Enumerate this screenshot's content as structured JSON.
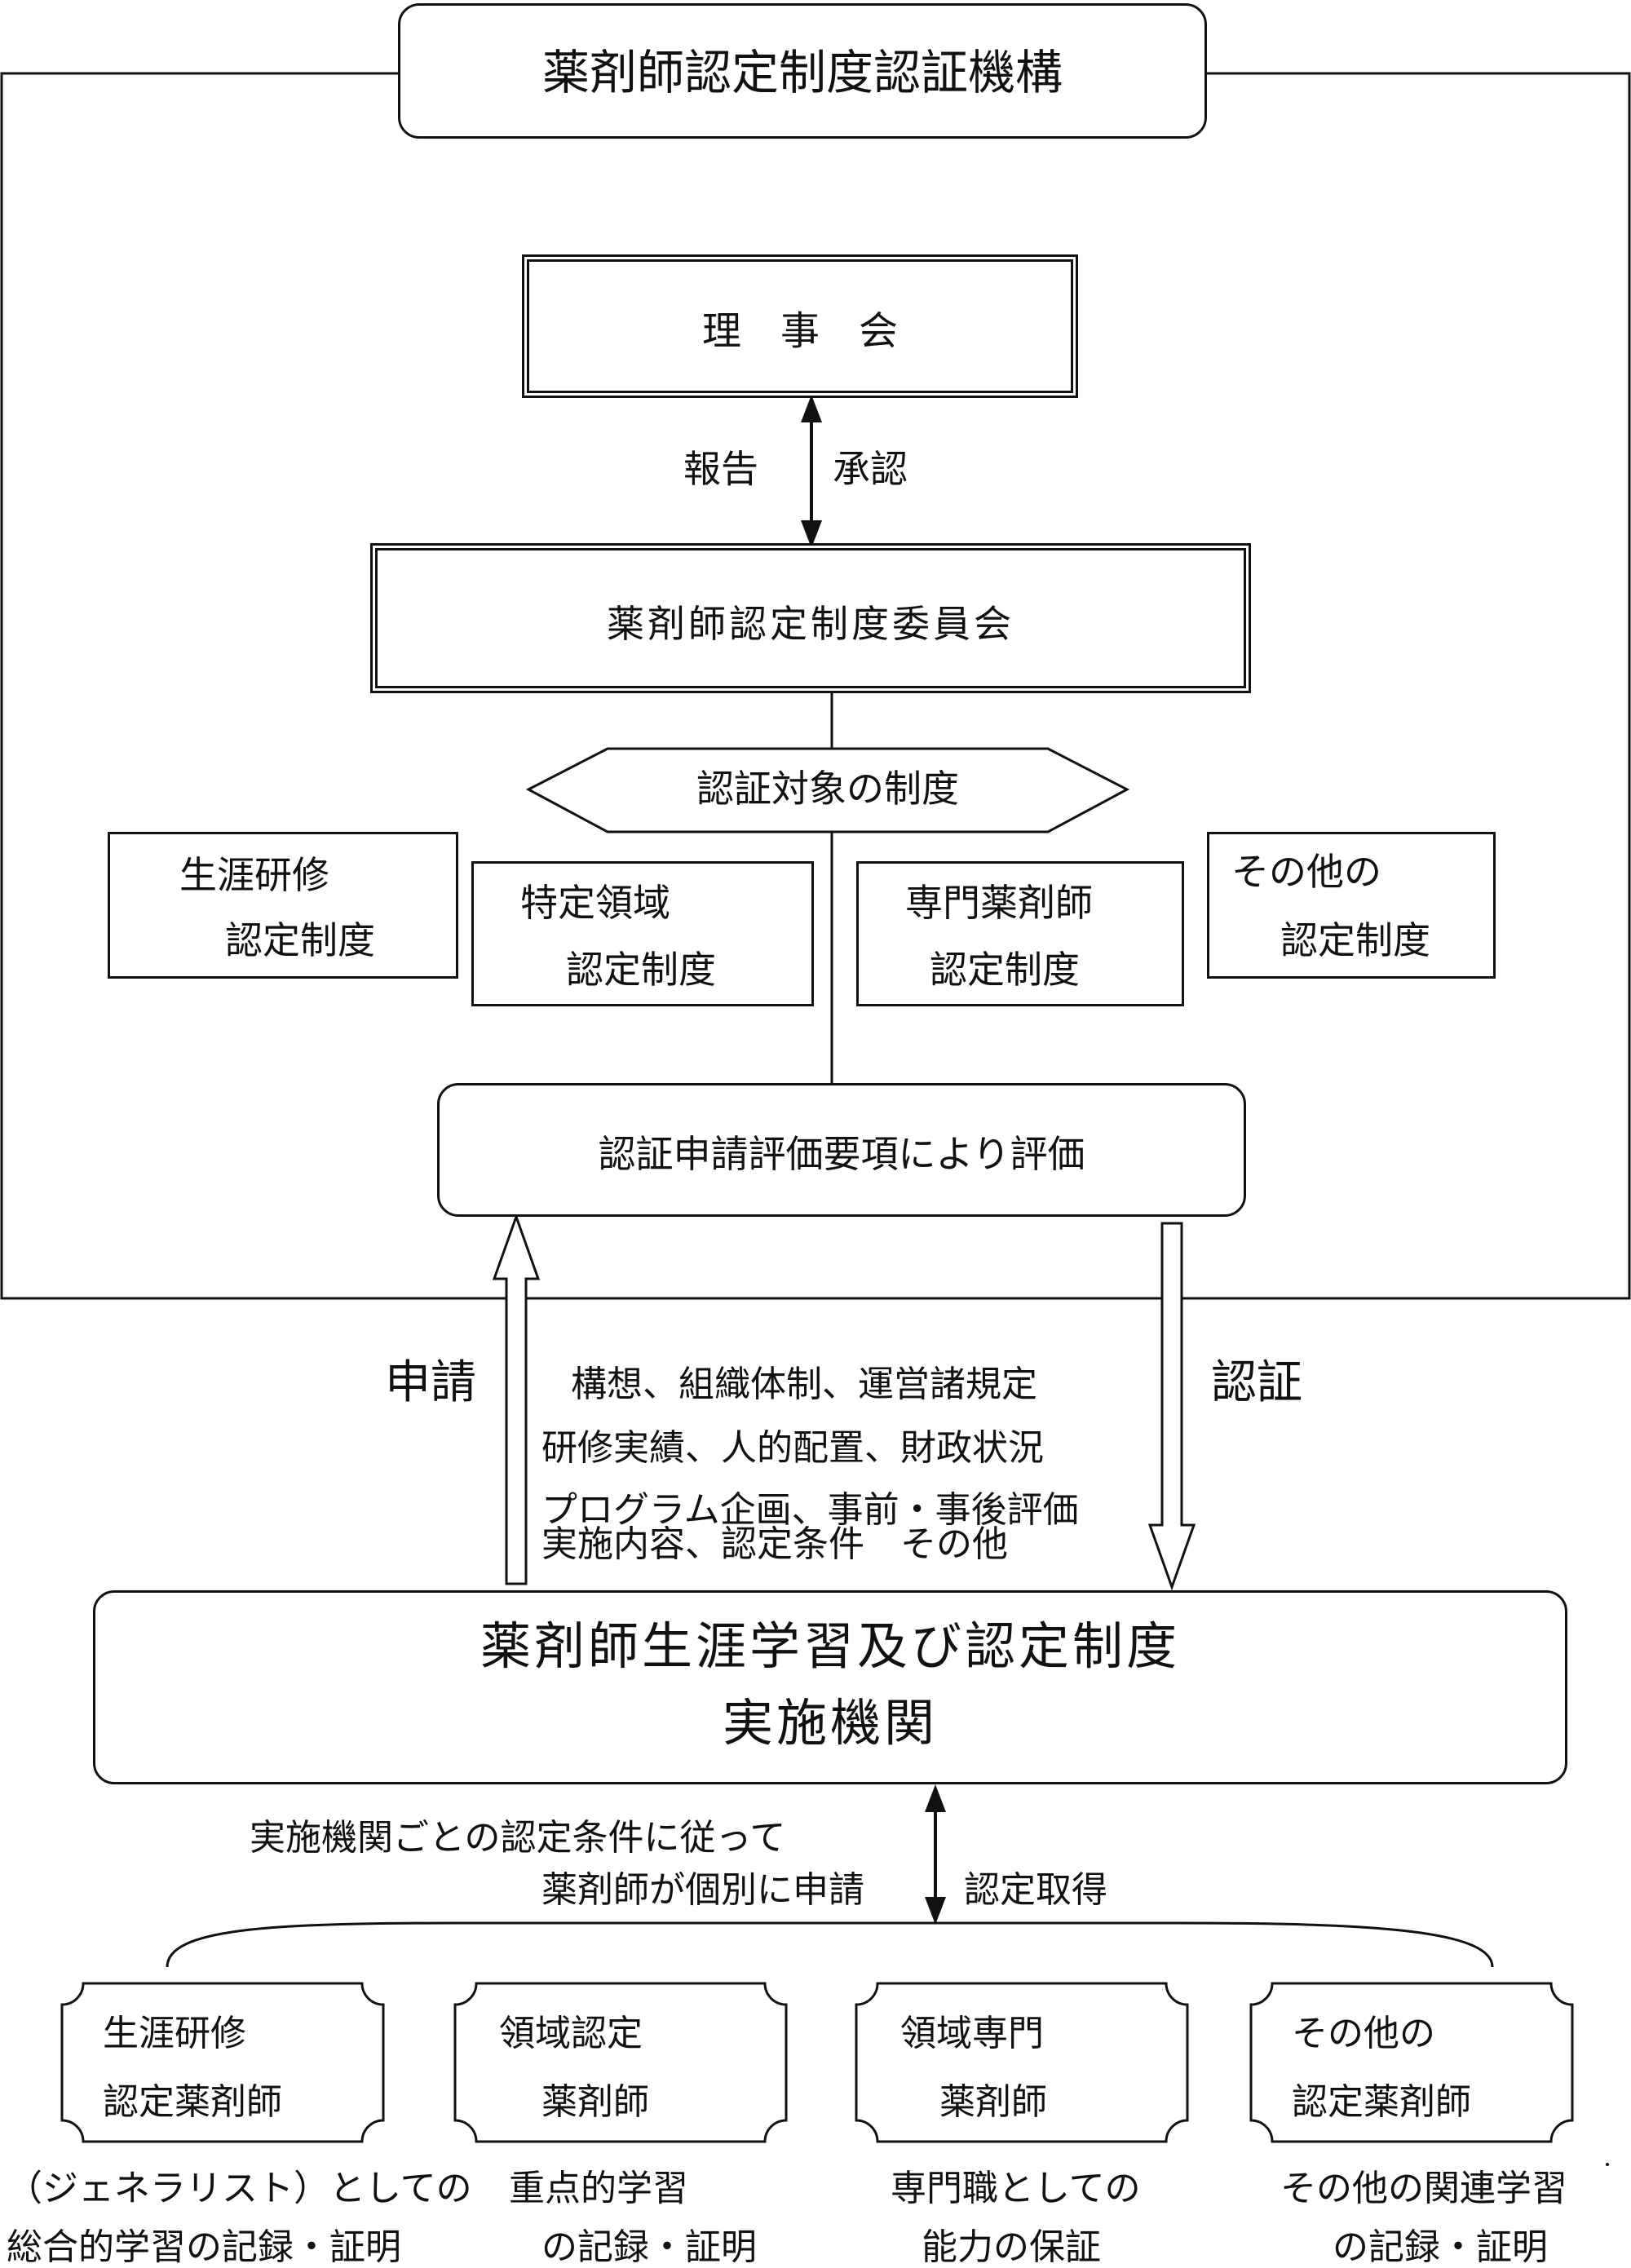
{
  "organization": {
    "title": "薬剤師認定制度認証機構"
  },
  "board": {
    "label": "理　事　会"
  },
  "board_link": {
    "left": "報告",
    "right": "承認"
  },
  "committee": {
    "label": "薬剤師認定制度委員会"
  },
  "target_systems": {
    "header": "認証対象の制度",
    "items": [
      {
        "line1": "生涯研修",
        "line2": "認定制度"
      },
      {
        "line1": "特定領域",
        "line2": "認定制度"
      },
      {
        "line1": "専門薬剤師",
        "line2": "認定制度"
      },
      {
        "line1": "その他の",
        "line2": "認定制度"
      }
    ]
  },
  "evaluation": {
    "label": "認証申請評価要項により評価"
  },
  "flow": {
    "apply": "申請",
    "certify": "認証",
    "criteria": [
      "構想、組織体制、運営諸規定",
      "研修実績、人的配置、財政状況",
      "プログラム企画、事前・事後評価",
      "実施内容、認定条件　その他"
    ]
  },
  "institution": {
    "line1": "薬剤師生涯学習及び認定制度",
    "line2": "実施機関"
  },
  "individual": {
    "condition": "実施機関ごとの認定条件に従って",
    "apply": "薬剤師が個別に申請",
    "obtain": "認定取得"
  },
  "certified_types": [
    {
      "line1": "生涯研修",
      "line2": "認定薬剤師",
      "desc1": "（ジェネラリスト）としての",
      "desc2": "総合的学習の記録・証明"
    },
    {
      "line1": "領域認定",
      "line2": "薬剤師",
      "desc1": "重点的学習",
      "desc2": "の記録・証明"
    },
    {
      "line1": "領域専門",
      "line2": "薬剤師",
      "desc1": "専門職としての",
      "desc2": "能力の保証"
    },
    {
      "line1": "その他の",
      "line2": "認定薬剤師",
      "desc1": "その他の関連学習",
      "desc2": "の記録・証明"
    }
  ]
}
